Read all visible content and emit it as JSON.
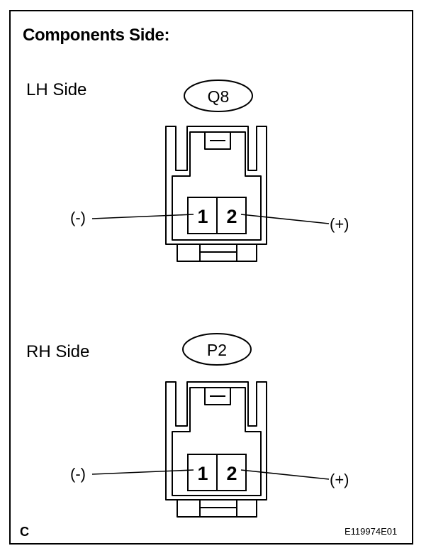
{
  "title": "Components Side:",
  "connectors": [
    {
      "side_label": "LH Side",
      "code": "Q8",
      "pins": [
        "1",
        "2"
      ],
      "left_terminal": "(-)",
      "right_terminal": "(+)"
    },
    {
      "side_label": "RH Side",
      "code": "P2",
      "pins": [
        "1",
        "2"
      ],
      "left_terminal": "(-)",
      "right_terminal": "(+)"
    }
  ],
  "footer": {
    "corner_letter": "C",
    "figure_id": "E119974E01"
  }
}
